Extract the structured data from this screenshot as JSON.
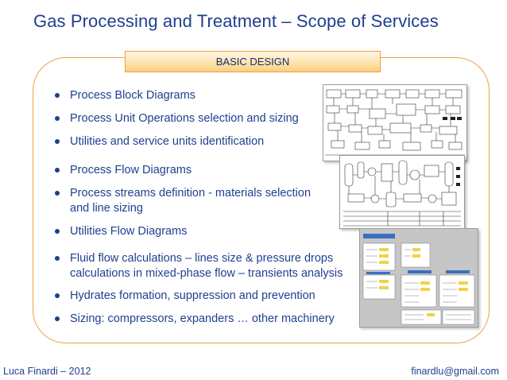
{
  "slide": {
    "title": "Gas Processing and Treatment – Scope of Services",
    "section_label": "BASIC DESIGN",
    "bullets": [
      {
        "line1": "Process Block Diagrams",
        "line2": ""
      },
      {
        "line1": "Process Unit Operations selection and sizing",
        "line2": ""
      },
      {
        "line1": "Utilities and service units identification",
        "line2": ""
      },
      {
        "line1": "Process Flow Diagrams",
        "line2": ""
      },
      {
        "line1": "Process streams definition - materials selection",
        "line2": "and line sizing"
      },
      {
        "line1": "Utilities Flow Diagrams",
        "line2": ""
      },
      {
        "line1": "Fluid flow calculations – lines size & pressure   drops",
        "line2": "calculations in mixed-phase flow – transients analysis"
      },
      {
        "line1": "Hydrates formation, suppression and prevention",
        "line2": ""
      },
      {
        "line1": "Sizing: compressors, expanders … other machinery",
        "line2": ""
      }
    ]
  },
  "footer": {
    "author": "Luca Finardi – 2012",
    "email": "finardlu@gmail.com"
  },
  "colors": {
    "title_text": "#1f3f8f",
    "frame_border": "#f0a040",
    "badge_fill": "#fde2a8"
  }
}
